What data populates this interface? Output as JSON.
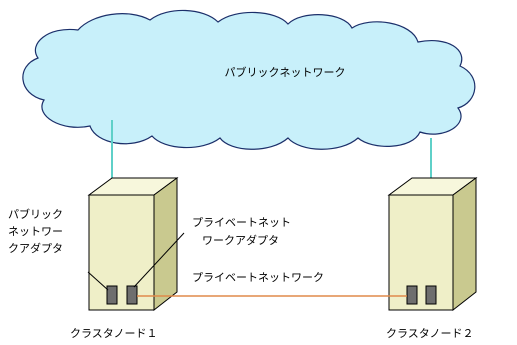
{
  "colors": {
    "cloud_fill": "#c8f0fa",
    "cloud_stroke": "#1b2f6a",
    "public_link": "#5fd0c8",
    "private_link": "#e08a4a",
    "server_front": "#efefc8",
    "server_side": "#c9c98f",
    "server_top": "#f7f7dc",
    "server_outline": "#000000",
    "port_fill": "#6e6e6e"
  },
  "cloud": {
    "label": "パブリックネットワーク"
  },
  "node1": {
    "label": "クラスタノード１",
    "public_adapter_label": [
      "パブリック",
      "ネットワー",
      "クアダプタ"
    ],
    "private_adapter_label": [
      "プライベートネット",
      "ワークアダプタ"
    ]
  },
  "node2": {
    "label": "クラスタノード２"
  },
  "private_network": {
    "label": "プライベートネットワーク"
  }
}
